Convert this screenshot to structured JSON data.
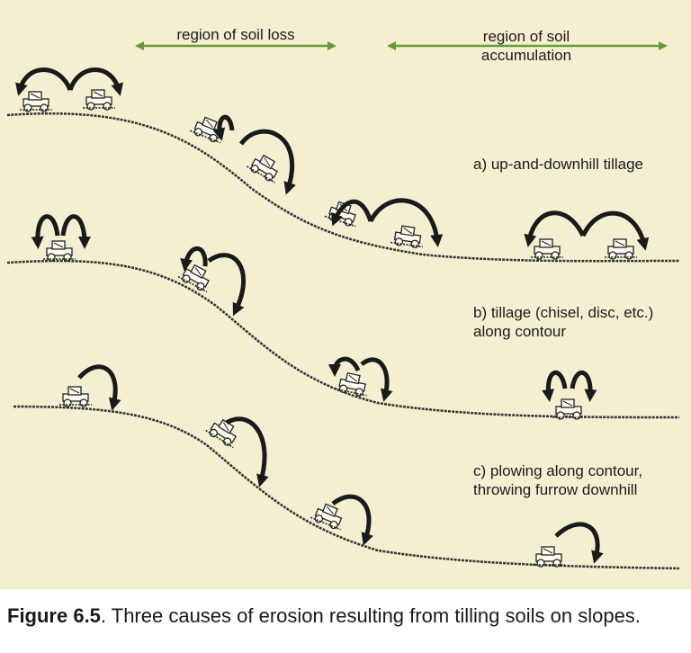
{
  "regions": {
    "loss": "region of soil loss",
    "accumulation": "region of soil\naccumulation"
  },
  "panels": [
    {
      "label": "a) up-and-downhill tillage"
    },
    {
      "label": "b) tillage (chisel, disc, etc.)\nalong contour"
    },
    {
      "label": "c) plowing along contour,\nthrowing furrow downhill"
    }
  ],
  "caption": {
    "number": "Figure 6.5",
    "text": ". Three causes of erosion resulting from tilling soils on slopes."
  },
  "colors": {
    "background": "#f5efd2",
    "region_arrow": "#6a9a3a",
    "ink": "#1a1a1a"
  }
}
